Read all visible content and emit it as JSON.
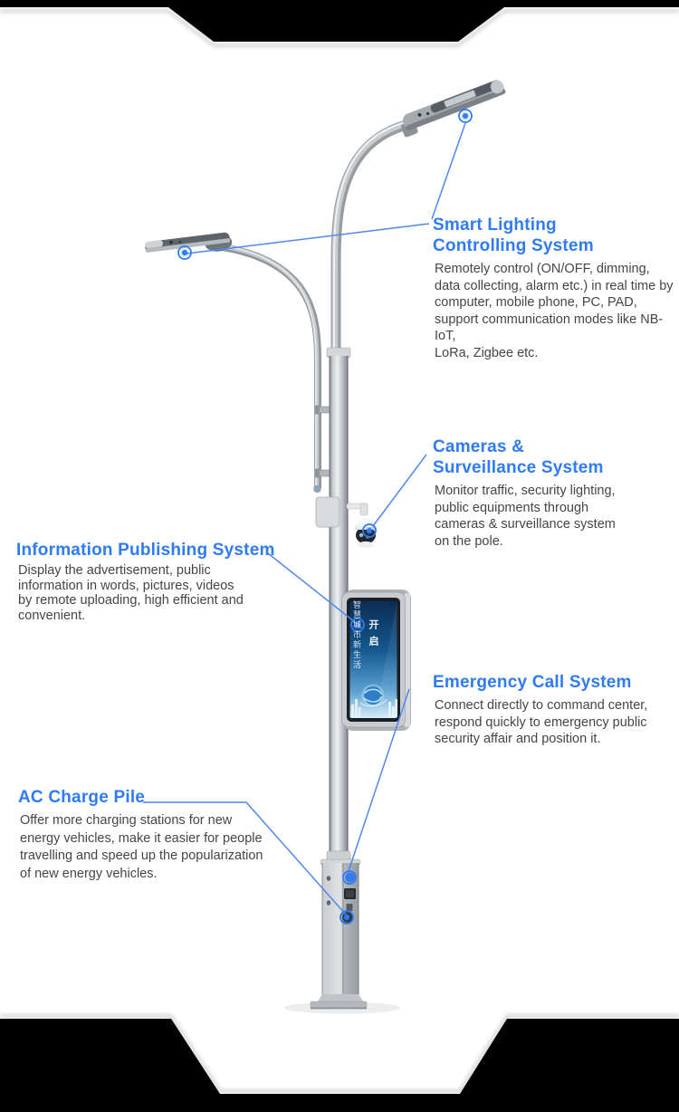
{
  "page": {
    "background": "#ffffff",
    "accent_blue": "#2f7bf3",
    "line_blue": "#4f88f2",
    "body_text_color": "#454545",
    "ribbon_color": "#000000"
  },
  "sections": [
    {
      "id": "smart-lighting",
      "title": "Smart Lighting\nControlling System",
      "body": "Remotely control (ON/OFF, dimming,\ndata collecting, alarm etc.) in real time by\ncomputer, mobile phone, PC, PAD,\nsupport communication modes like NB-IoT,\nLoRa, Zigbee etc."
    },
    {
      "id": "cameras-surveillance",
      "title": "Cameras &\nSurveillance System",
      "body": "Monitor traffic, security lighting,\npublic equipments through\ncameras & surveillance system\non the pole."
    },
    {
      "id": "information-publishing",
      "title": "Information Publishing System",
      "body": "Display the advertisement, public\ninformation in words, pictures, videos\nby remote uploading, high efficient and\nconvenient."
    },
    {
      "id": "emergency-call",
      "title": "Emergency Call System",
      "body": "Connect directly to command center,\nrespond quickly to emergency public\nsecurity affair and position it."
    },
    {
      "id": "ac-charge-pile",
      "title": "AC Charge Pile",
      "body": "Offer more charging stations for new\nenergy vehicles, make it easier for people\ntravelling and speed up the popularization\nof new energy vehicles."
    }
  ],
  "pole_screen": {
    "headline_vertical": "开启",
    "subline_vertical": "智慧城市新生活"
  }
}
